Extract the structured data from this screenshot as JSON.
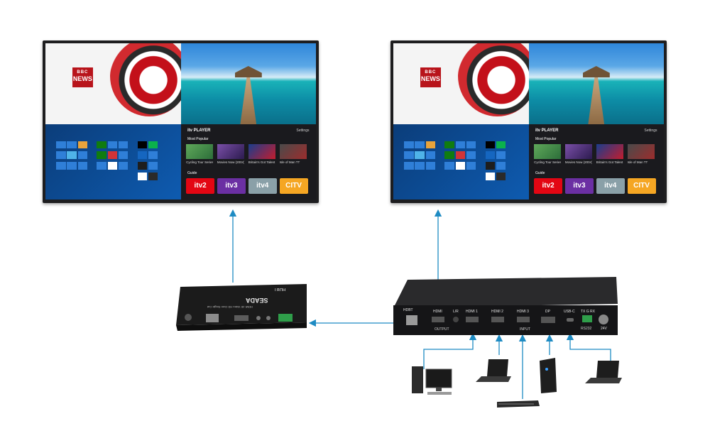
{
  "tv_left": {
    "news_logo": "BBC",
    "news_word": "NEWS",
    "itv_header": "itv PLAYER",
    "itv_settings": "Settings",
    "itv_most_popular": "Most Popular",
    "itv_guide": "Guide",
    "itv_cards": [
      "Cycling Tour Series",
      "Movies Now (2004)",
      "Britain's Got Talent",
      "Isle of Man TT"
    ],
    "itv_channels": [
      "itv2",
      "itv3",
      "itv4",
      "CITV"
    ]
  },
  "tv_right": {
    "news_logo": "BBC",
    "news_word": "NEWS",
    "itv_header": "itv PLAYER",
    "itv_settings": "Settings",
    "itv_most_popular": "Most Popular",
    "itv_guide": "Guide",
    "itv_cards": [
      "Cycling Tour Series",
      "Movies Now (2004)",
      "Britain's Got Talent",
      "Isle of Man TT"
    ],
    "itv_channels": [
      "itv2",
      "itv3",
      "itv4",
      "CITV"
    ]
  },
  "extender": {
    "brand": "SEADA",
    "badge": "HDBT",
    "model": "HDMI 4K Video HD Over Single Cat"
  },
  "matrix": {
    "ports": [
      "HDBT",
      "HDMI",
      "L/R",
      "HDMI 1",
      "HDMI 2",
      "HDMI 3",
      "DP",
      "USB-C",
      "TX G RX",
      "24V"
    ],
    "output_label": "OUTPUT",
    "input_label": "INPUT",
    "rs232_label": "RS232"
  },
  "colors": {
    "connector_line": "#1e8bc3",
    "itv2": "#e30613",
    "itv3": "#6b2fa3",
    "itv4": "#8aa0a8",
    "citv": "#f5a623"
  }
}
